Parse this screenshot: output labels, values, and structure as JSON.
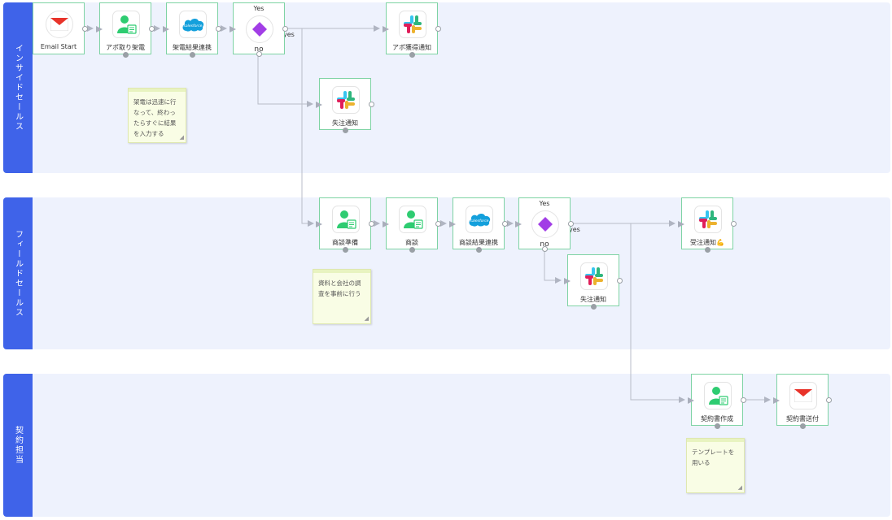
{
  "lanes": {
    "inside_sales": "インサイドセールス",
    "field_sales": "フィールドセールス",
    "contract": "契約担当"
  },
  "nodes": {
    "email_start": "Email Start",
    "apo_call": "アポ取り架電",
    "call_result_sync": "架電結果連携",
    "branch1_yes": "Yes",
    "branch1_no": "no",
    "apo_notify": "アポ獲得通知",
    "lost_notify_1": "失注通知",
    "meeting_prep": "商談準備",
    "meeting": "商談",
    "meeting_result_sync": "商談結果連携",
    "branch2_yes": "Yes",
    "branch2_no": "no",
    "order_notify": "受注通知💪",
    "lost_notify_2": "失注通知",
    "contract_create": "契約書作成",
    "contract_send": "契約書送付"
  },
  "edges": {
    "yes1": "yes",
    "yes2": "yes"
  },
  "notes": {
    "note1": "架電は迅速に行なって、終わったらすぐに結果を入力する",
    "note2": "資料と会社の調査を事前に行う",
    "note3": "テンプレートを用いる"
  },
  "icons": {
    "email": "mail-icon",
    "person": "person-task-icon",
    "salesforce": "salesforce-logo-icon",
    "branch": "diamond-branch-icon",
    "slack": "slack-logo-icon"
  },
  "colors": {
    "lane_tab": "#3f63e9",
    "lane_bg": "#eef2fd",
    "node_border": "#7ed3a4",
    "branch": "#a23ee6",
    "person": "#2ecc71",
    "mail": "#e8332a",
    "salesforce": "#14a0dc",
    "connector": "#b8bcc8"
  }
}
